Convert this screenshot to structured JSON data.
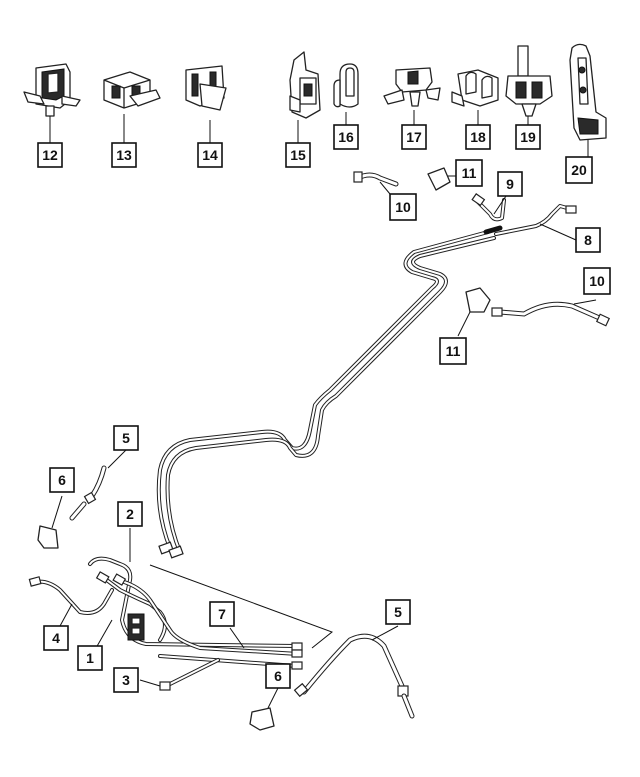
{
  "callouts": {
    "c1": "1",
    "c2": "2",
    "c3": "3",
    "c4": "4",
    "c5a": "5",
    "c5b": "5",
    "c6a": "6",
    "c6b": "6",
    "c7": "7",
    "c8": "8",
    "c9": "9",
    "c10a": "10",
    "c10b": "10",
    "c11a": "11",
    "c11b": "11",
    "c12": "12",
    "c13": "13",
    "c14": "14",
    "c15": "15",
    "c16": "16",
    "c17": "17",
    "c18": "18",
    "c19": "19",
    "c20": "20"
  }
}
